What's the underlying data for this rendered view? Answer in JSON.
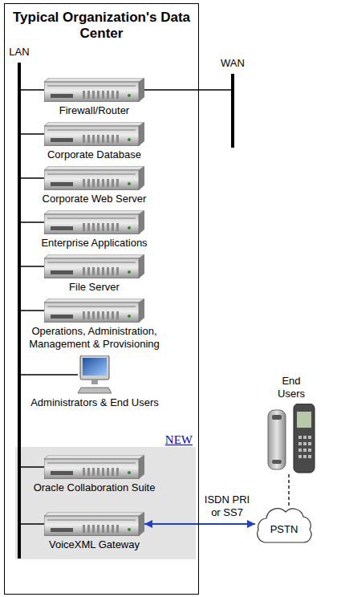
{
  "diagram": {
    "nodes": [
      {
        "text": [
          "Typical Organization's Data Center"
        ]
      },
      {
        "text": [
          "LAN"
        ],
        "in": 0
      },
      {
        "text": [
          "Firewall/Router"
        ],
        "in": 0
      },
      {
        "text": [
          "WAN"
        ]
      },
      {
        "text": [
          "Corporate Database"
        ],
        "in": 0
      },
      {
        "text": [
          "Corporate Web Server"
        ],
        "in": 0
      },
      {
        "text": [
          "Enterprise Applications"
        ],
        "in": 0
      },
      {
        "text": [
          "File Server"
        ],
        "in": 0
      },
      {
        "text": [
          "Operations, Administration, Management & Provisioning"
        ],
        "in": 0
      },
      {
        "text": [
          "Administrators & End Users"
        ],
        "in": 0
      },
      {
        "text": [
          "End Users"
        ]
      },
      {
        "text": [
          "NEW"
        ],
        "in": 0
      },
      {
        "text": [
          "Oracle Collaboration Suite"
        ],
        "in": 11
      },
      {
        "text": [
          "VoiceXML Gateway"
        ],
        "in": 11
      },
      {
        "text": [
          "PSTN"
        ]
      }
    ],
    "edges": [
      {
        "from": 1,
        "to": 2,
        "arrow": "none"
      },
      {
        "from": 2,
        "to": 3,
        "arrow": "none"
      },
      {
        "from": 1,
        "to": 4,
        "arrow": "none"
      },
      {
        "from": 1,
        "to": 5,
        "arrow": "none"
      },
      {
        "from": 1,
        "to": 6,
        "arrow": "none"
      },
      {
        "from": 1,
        "to": 7,
        "arrow": "none"
      },
      {
        "from": 1,
        "to": 8,
        "arrow": "none"
      },
      {
        "from": 1,
        "to": 9,
        "arrow": "none"
      },
      {
        "from": 1,
        "to": 12,
        "arrow": "none"
      },
      {
        "from": 1,
        "to": 13,
        "arrow": "none"
      },
      {
        "from": 13,
        "to": 14,
        "label": "ISDN PRI or SS7",
        "arrow": "both"
      },
      {
        "from": 10,
        "to": 14,
        "arrow": "none"
      }
    ]
  }
}
